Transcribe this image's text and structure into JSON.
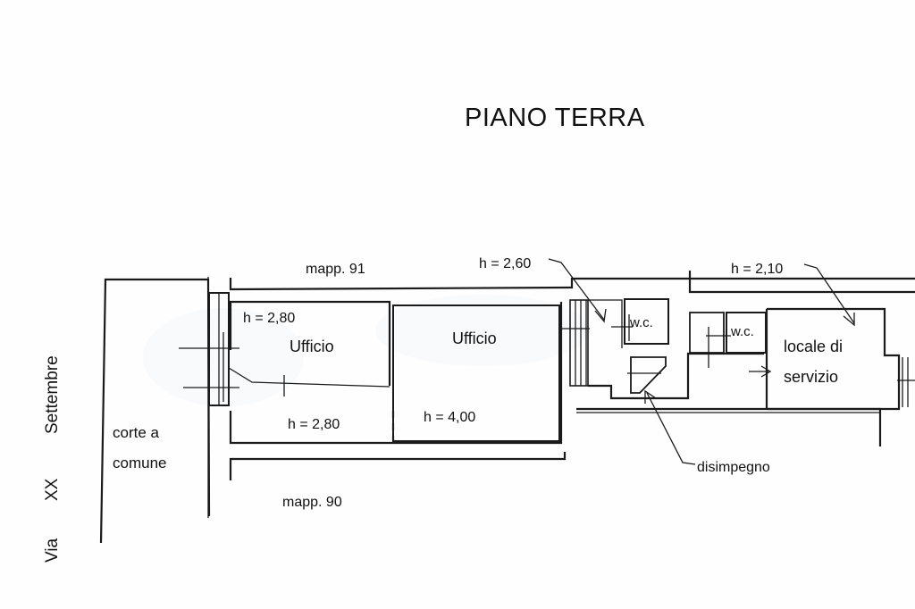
{
  "title": "PIANO TERRA",
  "street": {
    "via": "Via",
    "xx": "XX",
    "settembre": "Settembre"
  },
  "labels": {
    "corte_line1": "corte a",
    "corte_line2": "comune",
    "mapp_91": "mapp. 91",
    "mapp_90": "mapp. 90",
    "h_280_a": "h = 2,80",
    "h_280_b": "h = 2,80",
    "h_400": "h = 4,00",
    "h_260": "h = 2,60",
    "h_210": "h = 2,10",
    "ufficio_1": "Ufficio",
    "ufficio_2": "Ufficio",
    "wc_1": "w.c.",
    "wc_2": "w.c.",
    "locale_line1": "locale di",
    "locale_line2": "servizio",
    "disimpegno": "disimpegno"
  }
}
